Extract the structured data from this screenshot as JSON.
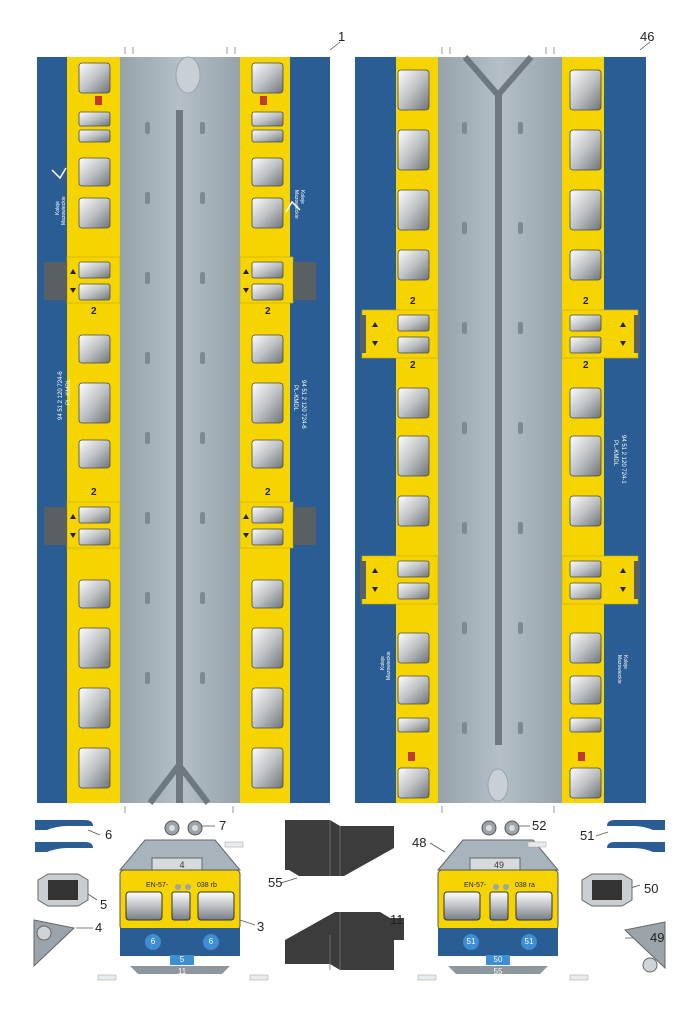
{
  "labels": {
    "n1": "1",
    "n46": "46",
    "n6": "6",
    "n7": "7",
    "n5": "5",
    "n4": "4",
    "n3": "3",
    "n55": "55",
    "n11": "11",
    "n48": "48",
    "n52": "52",
    "n51": "51",
    "n50": "50",
    "n49": "49"
  },
  "cab_left": {
    "route": "EN-57-",
    "unit": "038 rb",
    "roof_num": "4",
    "side_num": "6",
    "front_num": "5",
    "bottom_num": "11"
  },
  "cab_right": {
    "route": "EN-57-",
    "unit": "038 ra",
    "roof_num": "49",
    "side_num": "51",
    "front_num": "50",
    "bottom_num": "55"
  },
  "car_left": {
    "number_line1": "94 51 2 120 724-6",
    "number_line2": "PL-KMDL",
    "class_mark": "2"
  },
  "car_right": {
    "number_line1": "94 51 2 120 724-1",
    "number_line2": "PL-KMDL",
    "class_mark": "2"
  },
  "brand": {
    "line1": "Koleje",
    "line2": "Mazowieckie"
  },
  "colors": {
    "blue": "#2a5d94",
    "yellow": "#f6d400",
    "roof": "#a8b4bc",
    "gray": "#7a8890",
    "dark": "#3c3c3c"
  }
}
